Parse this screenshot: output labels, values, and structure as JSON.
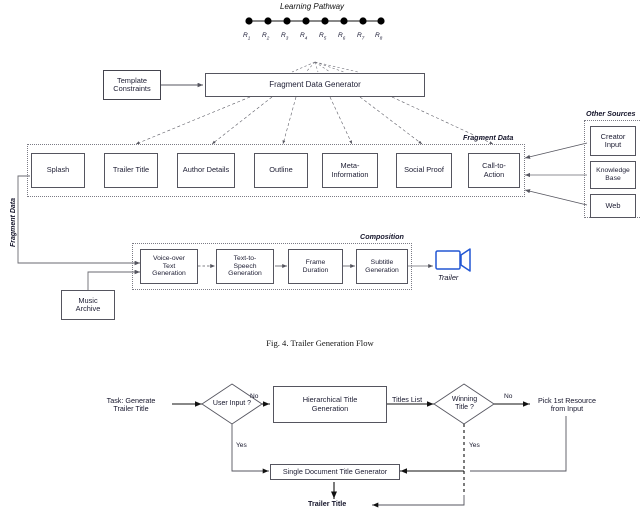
{
  "figure": {
    "caption": "Fig. 4.  Trailer Generation Flow"
  },
  "learning_pathway": {
    "title": "Learning Pathway",
    "node_count": 8,
    "nodes": [
      {
        "label": "R",
        "sub": "1"
      },
      {
        "label": "R",
        "sub": "2"
      },
      {
        "label": "R",
        "sub": "3"
      },
      {
        "label": "R",
        "sub": "4"
      },
      {
        "label": "R",
        "sub": "5"
      },
      {
        "label": "R",
        "sub": "6"
      },
      {
        "label": "R",
        "sub": "7"
      },
      {
        "label": "R",
        "sub": "8"
      }
    ]
  },
  "top_diagram": {
    "template_constraints": "Template\nConstraints",
    "template_constraints_l1": "Template",
    "template_constraints_l2": "Constraints",
    "generator": "Fragment Data Generator",
    "fragment_data_group_label": "Fragment Data",
    "fragment_data_side_label": "Fragment Data",
    "fragments": [
      {
        "name": "splash",
        "label": "Splash"
      },
      {
        "name": "trailer-title",
        "label": "Trailer Title"
      },
      {
        "name": "author-details",
        "label": "Author Details"
      },
      {
        "name": "outline",
        "label": "Outline"
      },
      {
        "name": "meta-information",
        "l1": "Meta-",
        "l2": "Information"
      },
      {
        "name": "social-proof",
        "label": "Social Proof"
      },
      {
        "name": "call-to-action",
        "l1": "Call-to-",
        "l2": "Action"
      }
    ],
    "other_sources_label": "Other Sources",
    "other_sources": [
      {
        "name": "creator-input",
        "l1": "Creator",
        "l2": "Input"
      },
      {
        "name": "knowledge-base",
        "l1": "Knowledge",
        "l2": "Base"
      },
      {
        "name": "web",
        "l1": "Web",
        "l2": ""
      }
    ],
    "composition_label": "Composition",
    "composition": [
      {
        "name": "voice-over-text-generation",
        "l1": "Voice-over",
        "l2": "Text",
        "l3": "Generation"
      },
      {
        "name": "text-to-speech-generation",
        "l1": "Text-to-",
        "l2": "Speech",
        "l3": "Generation"
      },
      {
        "name": "frame-duration",
        "l1": "Frame",
        "l2": "Duration",
        "l3": ""
      },
      {
        "name": "subtitle-generation",
        "l1": "Subtitle",
        "l2": "Generation",
        "l3": ""
      }
    ],
    "music_archive_l1": "Music",
    "music_archive_l2": "Archive",
    "trailer_label": "Trailer",
    "trailer_icon_color": "#2257d4"
  },
  "bottom_flow": {
    "start_l1": "Task: Generate",
    "start_l2": "Trailer Title",
    "decision_user_input_l1": "User Input ?",
    "decision_user_input_l2": "",
    "hierarchical_l1": "Hierarchical Title",
    "hierarchical_l2": "Generation",
    "titles_list_label": "Titles List",
    "decision_winning_l1": "Winning",
    "decision_winning_l2": "Title ?",
    "pick_first_l1": "Pick 1st Resource",
    "pick_first_l2": "from Input",
    "single_doc_generator": "Single Document Title Generator",
    "trailer_title_output": "Trailer Title",
    "edge_no_1": "No",
    "edge_no_2": "No",
    "edge_yes_1": "Yes",
    "edge_yes_2": "Yes"
  },
  "colors": {
    "box_border": "#55555f",
    "text": "#1d1d33",
    "connector": "#6a6a72",
    "dashed": "#7b7b85",
    "accent_blue": "#2257d4"
  }
}
